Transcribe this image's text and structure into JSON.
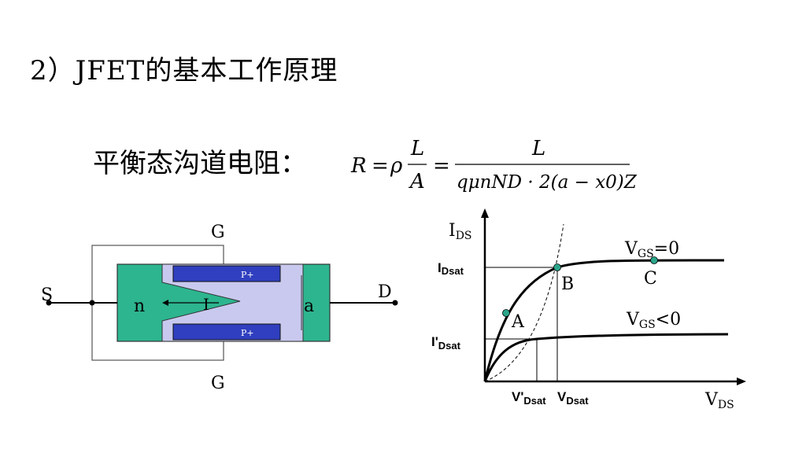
{
  "slide": {
    "title": "2）JFET的基本工作原理",
    "equation_label": "平衡态沟道电阻：",
    "formula": {
      "lhs": "R",
      "eq1": "=",
      "rho": "ρ",
      "frac1_num": "L",
      "frac1_den": "A",
      "eq2": "=",
      "frac2_num": "L",
      "frac2_den": "qμnND · 2(a − x0)Z"
    }
  },
  "device": {
    "gate_top": "G",
    "gate_bottom": "G",
    "source": "S",
    "drain": "D",
    "n_label": "n",
    "current_label": "I",
    "a_label": "a",
    "p_top": "P+",
    "p_bottom": "P+",
    "colors": {
      "channel": "#2db58f",
      "gate": "#2f3fbf",
      "depletion": "#c9c9ef"
    }
  },
  "graph": {
    "y_label_main": "I",
    "y_label_sub": "DS",
    "x_label_main": "V",
    "x_label_sub": "DS",
    "idsat_main": "I",
    "idsat_sub": "Dsat",
    "idsat2_main": "I'",
    "idsat2_sub": "Dsat",
    "vdsat2_main": "V'",
    "vdsat2_sub": "Dsat",
    "vdsat_main": "V",
    "vdsat_sub": "Dsat",
    "curve1_label_main": "V",
    "curve1_label_sub": "GS",
    "curve1_label_rest": "=0",
    "curve2_label_main": "V",
    "curve2_label_sub": "GS",
    "curve2_label_rest": "<0",
    "point_a": "A",
    "point_b": "B",
    "point_c": "C",
    "point_color": "#2aa58a"
  }
}
